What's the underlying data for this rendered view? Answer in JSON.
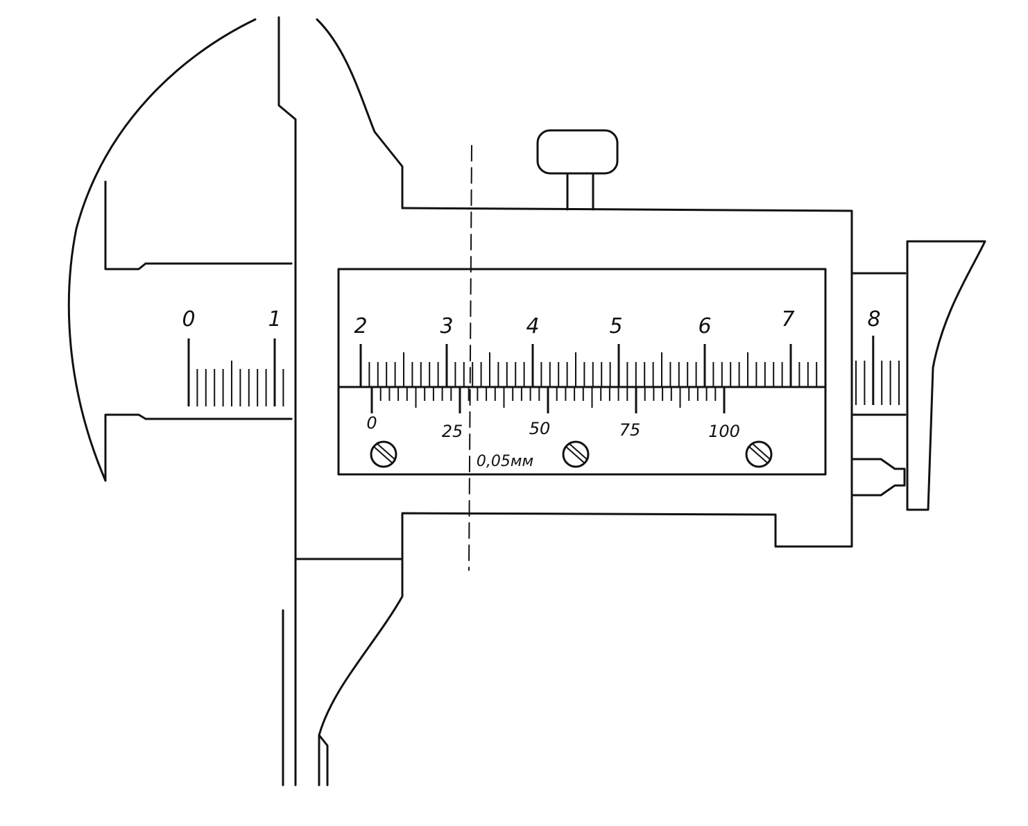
{
  "main_scale": {
    "labels": [
      "0",
      "1",
      "2",
      "3",
      "4",
      "5",
      "6",
      "7",
      "8"
    ]
  },
  "vernier_scale": {
    "labels": [
      "0",
      "25",
      "50",
      "75",
      "100"
    ],
    "resolution_label": "0,05мм"
  },
  "colors": {
    "ink": "#111111",
    "paper": "#ffffff"
  },
  "icons": {
    "screw": "slotted-screw-icon",
    "clamp": "knurled-clamp-screw-icon"
  }
}
